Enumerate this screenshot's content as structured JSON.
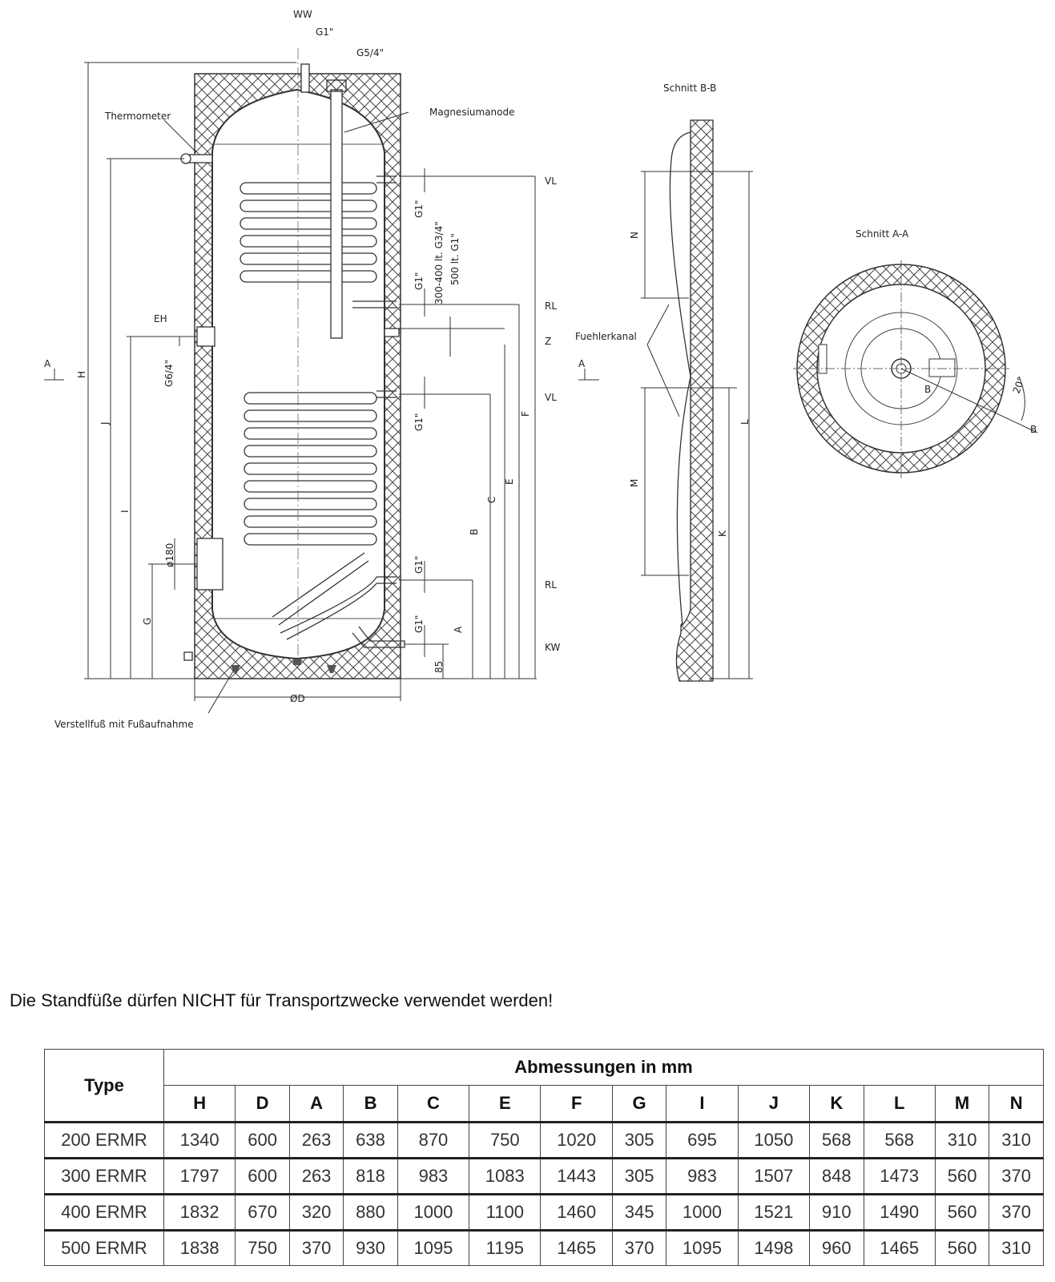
{
  "diagram": {
    "labels": {
      "ww": "WW",
      "g1_top": "G1\"",
      "g54": "G5/4\"",
      "magnesium": "Magnesiumanode",
      "thermometer": "Thermometer",
      "eh": "EH",
      "g64": "G6/4\"",
      "d180": "ø180",
      "od": "ØD",
      "foot": "Verstellfuß mit Fußaufnahme",
      "vl1": "VL",
      "rl1": "RL",
      "z": "Z",
      "vl2": "VL",
      "rl2": "RL",
      "kw": "KW",
      "g1_a": "G1\"",
      "g1_b": "G1\"",
      "g1_c": "G1\"",
      "g1_d": "G1\"",
      "g1_e": "G1\"",
      "g34": "300-400 lt. G3/4\"",
      "g1_500": "500 lt. G1\"",
      "dim_h": "H",
      "dim_j": "J",
      "dim_i": "I",
      "dim_g": "G",
      "dim_a": "A",
      "dim_b": "B",
      "dim_c": "C",
      "dim_e": "E",
      "dim_f": "F",
      "dim_85": "85",
      "arrow_a1": "A",
      "arrow_a2": "A",
      "schnitt_bb": "Schnitt B-B",
      "schnitt_aa": "Schnitt A-A",
      "fuehler": "Fuehlerkanal",
      "dim_n": "N",
      "dim_m": "M",
      "dim_l": "L",
      "dim_k": "K",
      "b_label1": "B",
      "b_label2": "B",
      "angle": "20°"
    }
  },
  "warning": "Die Standfüße dürfen NICHT für Transportzwecke verwendet werden!",
  "table": {
    "type_header": "Type",
    "group_header": "Abmessungen in mm",
    "columns": [
      "H",
      "D",
      "A",
      "B",
      "C",
      "E",
      "F",
      "G",
      "I",
      "J",
      "K",
      "L",
      "M",
      "N"
    ],
    "rows": [
      {
        "type": "200 ERMR",
        "values": [
          "1340",
          "600",
          "263",
          "638",
          "870",
          "750",
          "1020",
          "305",
          "695",
          "1050",
          "568",
          "568",
          "310",
          "310"
        ]
      },
      {
        "type": "300 ERMR",
        "values": [
          "1797",
          "600",
          "263",
          "818",
          "983",
          "1083",
          "1443",
          "305",
          "983",
          "1507",
          "848",
          "1473",
          "560",
          "370"
        ]
      },
      {
        "type": "400 ERMR",
        "values": [
          "1832",
          "670",
          "320",
          "880",
          "1000",
          "1100",
          "1460",
          "345",
          "1000",
          "1521",
          "910",
          "1490",
          "560",
          "370"
        ]
      },
      {
        "type": "500 ERMR",
        "values": [
          "1838",
          "750",
          "370",
          "930",
          "1095",
          "1195",
          "1465",
          "370",
          "1095",
          "1498",
          "960",
          "1465",
          "560",
          "310"
        ]
      }
    ]
  }
}
